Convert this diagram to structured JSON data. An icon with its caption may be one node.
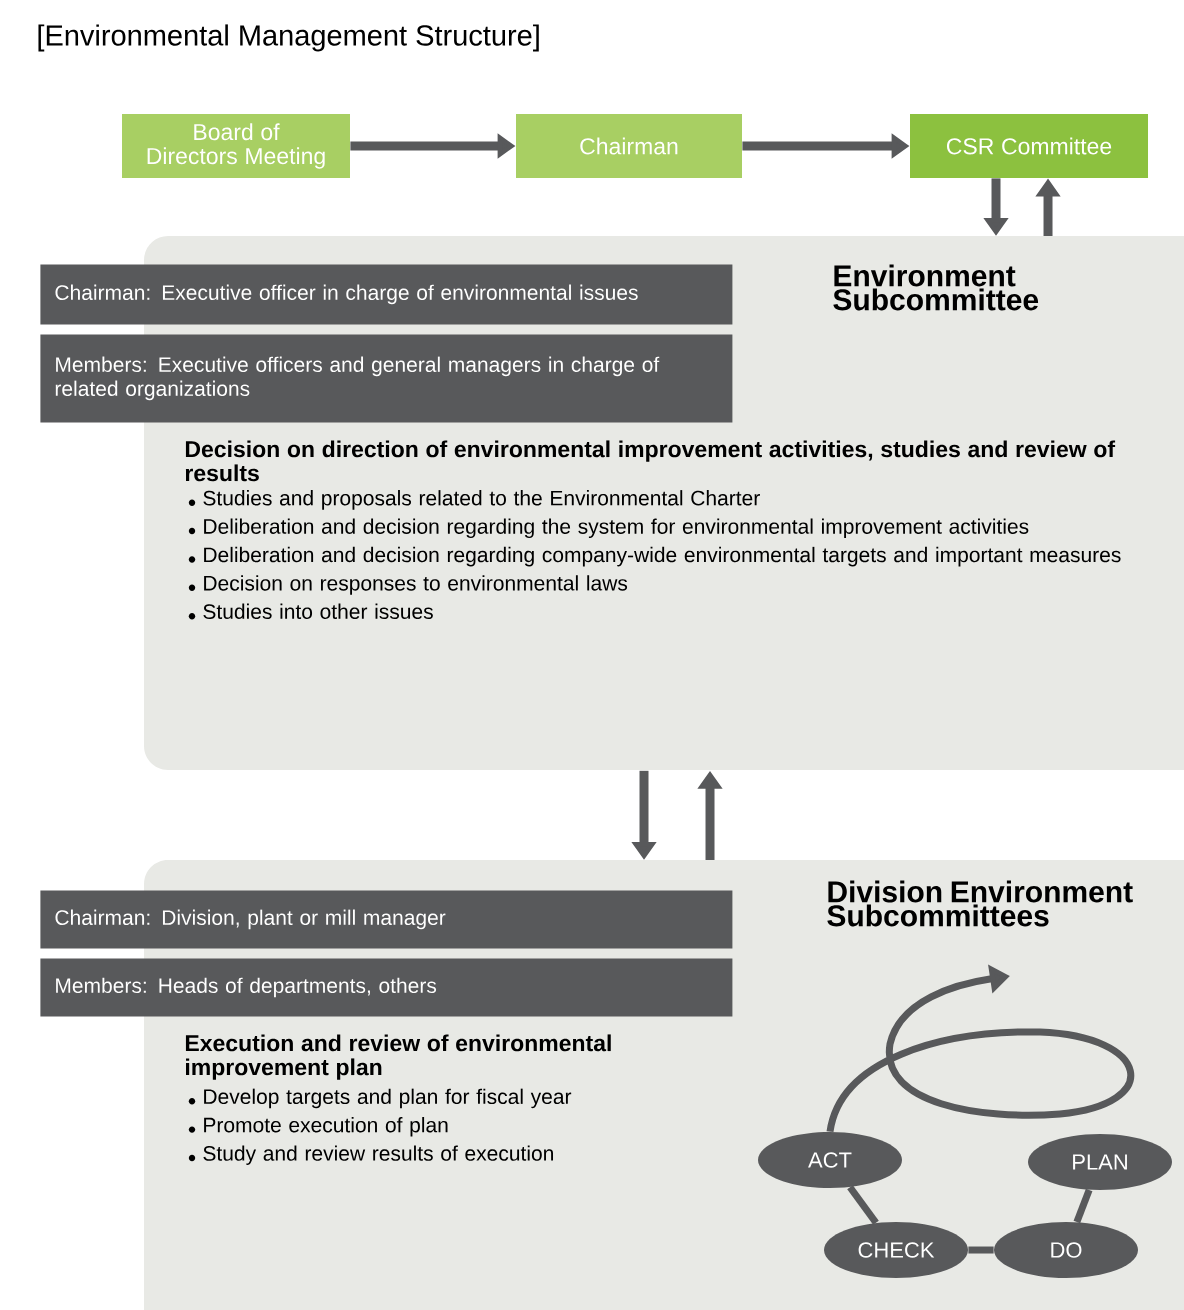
{
  "diagram": {
    "title": "[Environmental Management Structure]",
    "nodes": [
      {
        "text": [
          "Board of Directors Meeting"
        ]
      },
      {
        "text": [
          "Chairman"
        ]
      },
      {
        "text": [
          "CSR Committee"
        ]
      },
      {
        "text": [
          "Environment Subcommittee",
          "Decision on direction of environmental improvement activities, studies and review of results",
          "Studies and proposals related to the Environmental Charter",
          "Deliberation and decision regarding the system for environmental improvement activities",
          "Deliberation and decision regarding company-wide environmental targets and important measures",
          "Decision on responses to environmental laws",
          "Studies into other issues"
        ]
      },
      {
        "text": [
          "Chairman: Executive officer in charge of environmental issues"
        ]
      },
      {
        "text": [
          "Members: Executive officers and general managers in charge of related organizations"
        ]
      },
      {
        "text": [
          "Division Environment Subcommittees",
          "Execution and review of environmental improvement plan",
          "Develop targets and plan for fiscal year",
          "Promote execution of plan",
          "Study and review results of execution"
        ]
      },
      {
        "text": [
          "Chairman: Division, plant or mill manager"
        ]
      },
      {
        "text": [
          "Members: Heads of departments, others"
        ]
      },
      {
        "text": [
          "ACT"
        ],
        "in": 6
      },
      {
        "text": [
          "PLAN"
        ],
        "in": 6
      },
      {
        "text": [
          "CHECK"
        ],
        "in": 6
      },
      {
        "text": [
          "DO"
        ],
        "in": 6
      }
    ],
    "edges": [
      {
        "from": 0,
        "to": 1,
        "arrow": "to"
      },
      {
        "from": 1,
        "to": 2,
        "arrow": "to"
      },
      {
        "from": 2,
        "to": 3,
        "arrow": "to"
      },
      {
        "from": 3,
        "to": 2,
        "arrow": "to"
      },
      {
        "from": 3,
        "to": 6,
        "arrow": "to"
      },
      {
        "from": 6,
        "to": 3,
        "arrow": "to"
      },
      {
        "from": 10,
        "to": 12,
        "arrow": "none"
      },
      {
        "from": 12,
        "to": 11,
        "arrow": "none"
      },
      {
        "from": 11,
        "to": 9,
        "arrow": "none"
      },
      {
        "from": 9,
        "to": null,
        "arrow": "to"
      }
    ]
  }
}
